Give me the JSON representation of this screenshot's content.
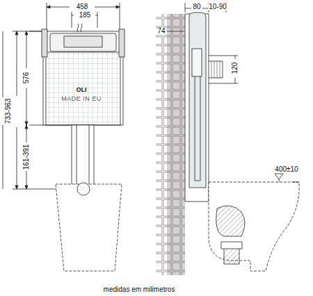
{
  "diagram": {
    "caption": "medidas em milimetros",
    "labels": [
      "458",
      "185",
      "733-963",
      "576",
      "161-391",
      "OLI",
      "MADE IN EU",
      "80",
      "10-90",
      "74",
      "120",
      "400±10"
    ]
  }
}
